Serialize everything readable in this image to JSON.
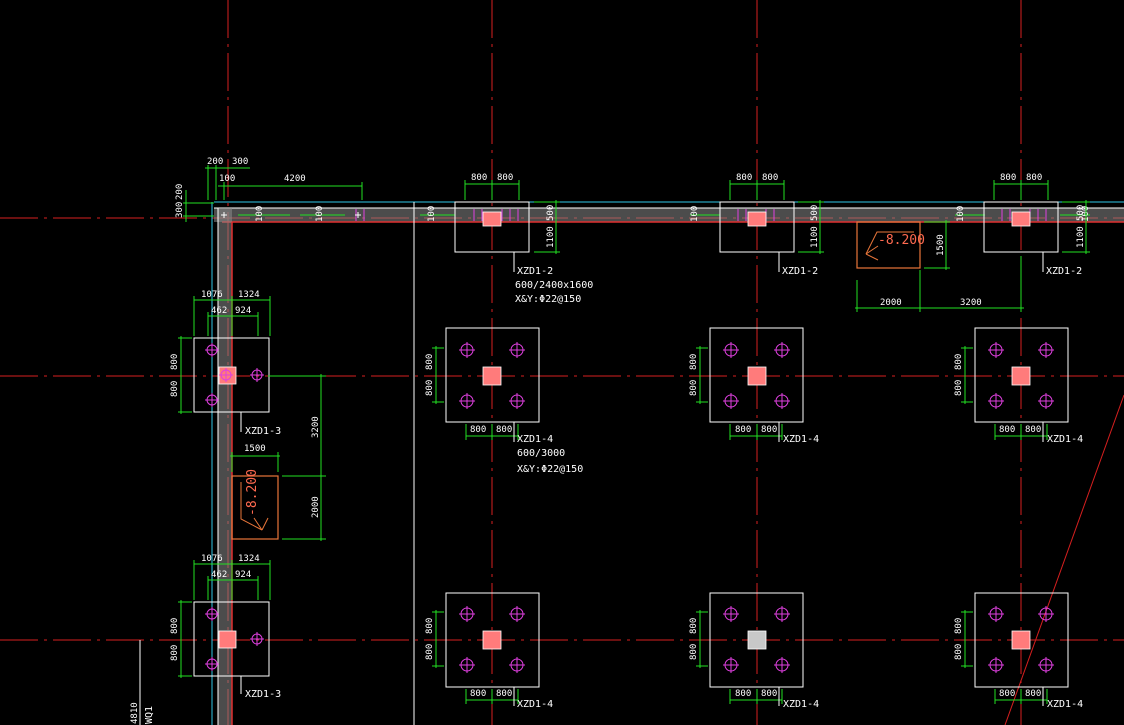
{
  "colors": {
    "background": "#000000",
    "axis": "#d61f1f",
    "wall": "#8a8a8a",
    "wall_edge": "#e03030",
    "dimension": "#22e022",
    "outline": "#ffffff",
    "rebar": "#e040e0",
    "column": "#ff7b7b",
    "pit": "#e8763a",
    "cyan_line": "#30c8e8"
  },
  "top_dims": {
    "d200": "200",
    "d300": "300",
    "d100": "100",
    "d4200": "4200",
    "left_300": "300",
    "left_200": "200",
    "w_100a": "100",
    "w_100b": "100",
    "w_100c": "100",
    "w_100d": "100",
    "w_100e": "100",
    "w_100f": "100",
    "w_100g": "100"
  },
  "top_footings": [
    {
      "label": "XZD1-2",
      "w1": "800",
      "w2": "800",
      "h1": "500",
      "h2": "1100",
      "spec1": "600/2400x1600",
      "spec2": "X&Y:Φ22@150"
    },
    {
      "label": "XZD1-2",
      "w1": "800",
      "w2": "800",
      "h1": "500",
      "h2": "1100"
    },
    {
      "label": "XZD1-2",
      "w1": "800",
      "w2": "800",
      "h1": "500",
      "h2": "1100"
    }
  ],
  "top_pit": {
    "elevation": "-8.200",
    "side": "1500",
    "w1": "2000",
    "w2": "3200"
  },
  "left_footings": [
    {
      "label": "XZD1-3",
      "d1": "1076",
      "d2": "1324",
      "d3": "462",
      "d4": "924",
      "h1": "800",
      "h2": "800"
    },
    {
      "label": "XZD1-3",
      "d1": "1076",
      "d2": "1324",
      "d3": "462",
      "d4": "924",
      "h1": "800",
      "h2": "800"
    }
  ],
  "left_pit": {
    "elevation": "-8.200",
    "width": "1500",
    "d3200": "3200",
    "d2000": "2000"
  },
  "middle_footings": [
    {
      "label": "XZD1-4",
      "w1": "800",
      "w2": "800",
      "h1": "800",
      "h2": "800",
      "spec1": "600/3000",
      "spec2": "X&Y:Φ22@150"
    },
    {
      "label": "XZD1-4",
      "w1": "800",
      "w2": "800",
      "h1": "800",
      "h2": "800"
    },
    {
      "label": "XZD1-4",
      "w1": "800",
      "w2": "800",
      "h1": "800",
      "h2": "800"
    }
  ],
  "bottom_footings": [
    {
      "label": "XZD1-4",
      "w1": "800",
      "w2": "800",
      "h1": "800",
      "h2": "800"
    },
    {
      "label": "XZD1-4",
      "w1": "800",
      "w2": "800",
      "h1": "800",
      "h2": "800"
    },
    {
      "label": "XZD1-4",
      "w1": "800",
      "w2": "800",
      "h1": "800",
      "h2": "800"
    }
  ],
  "bottom_left": {
    "dim": "4810",
    "wall_label": "WQ1"
  }
}
